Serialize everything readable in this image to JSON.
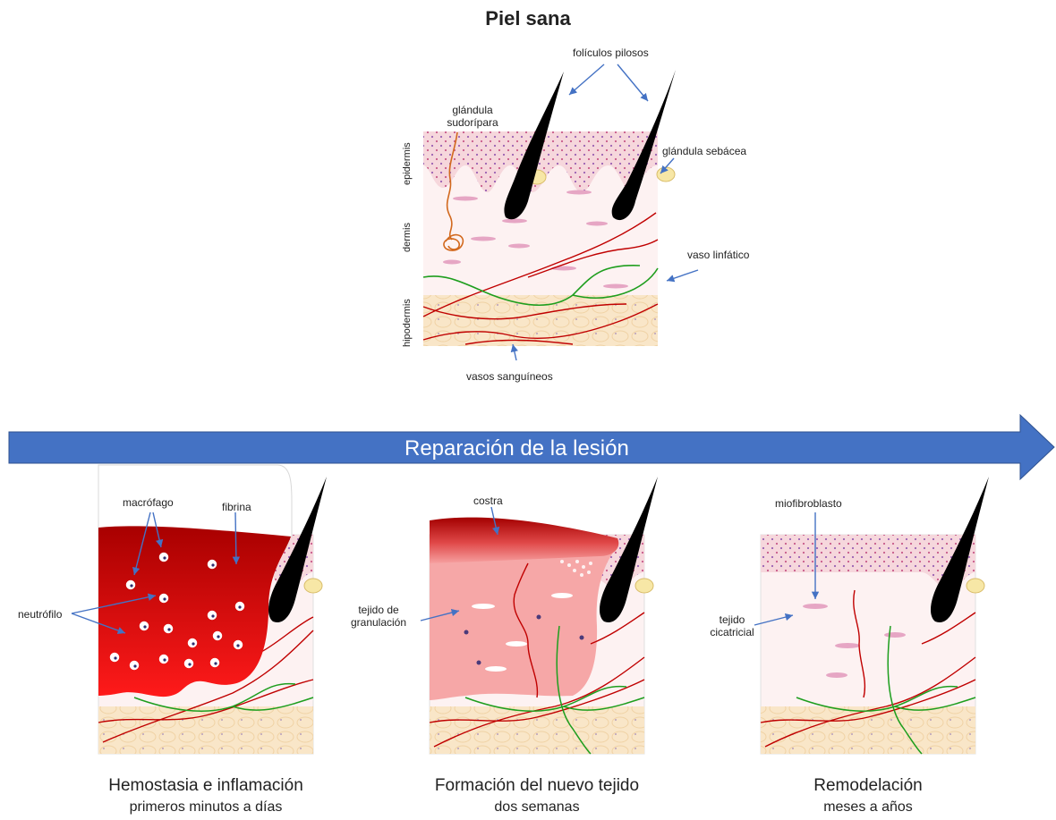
{
  "healthy": {
    "title": "Piel sana",
    "layers": [
      "epidermis",
      "dermis",
      "hipodermis"
    ],
    "labels": {
      "hair_follicles": "folículos pilosos",
      "sweat_gland": "glándula sudorípara",
      "sebaceous_gland": "glándula sebácea",
      "lymph_vessel": "vaso linfático",
      "blood_vessels": "vasos sanguíneos"
    }
  },
  "timeline": {
    "label": "Reparación de la lesión",
    "color": "#4472c4"
  },
  "stages": [
    {
      "title": "Hemostasia e inflamación",
      "subtitle": "primeros minutos a días",
      "labels": {
        "macrophage": "macrófago",
        "fibrin": "fibrina",
        "neutrophil": "neutrófilo"
      }
    },
    {
      "title": "Formación del nuevo tejido",
      "subtitle": "dos semanas",
      "labels": {
        "scab": "costra",
        "granulation": "tejido de granulación"
      }
    },
    {
      "title": "Remodelación",
      "subtitle": "meses a años",
      "labels": {
        "myofibroblast": "miofibroblasto",
        "scar": "tejido cicatricial"
      }
    }
  ],
  "colors": {
    "epidermis": "#f6d7dc",
    "dermis": "#fdf2f2",
    "hypodermis": "#f9e6c8",
    "blood": "#c00000",
    "lymph": "#1e9e1e",
    "hair": "#000000",
    "pointer": "#4472c4"
  }
}
